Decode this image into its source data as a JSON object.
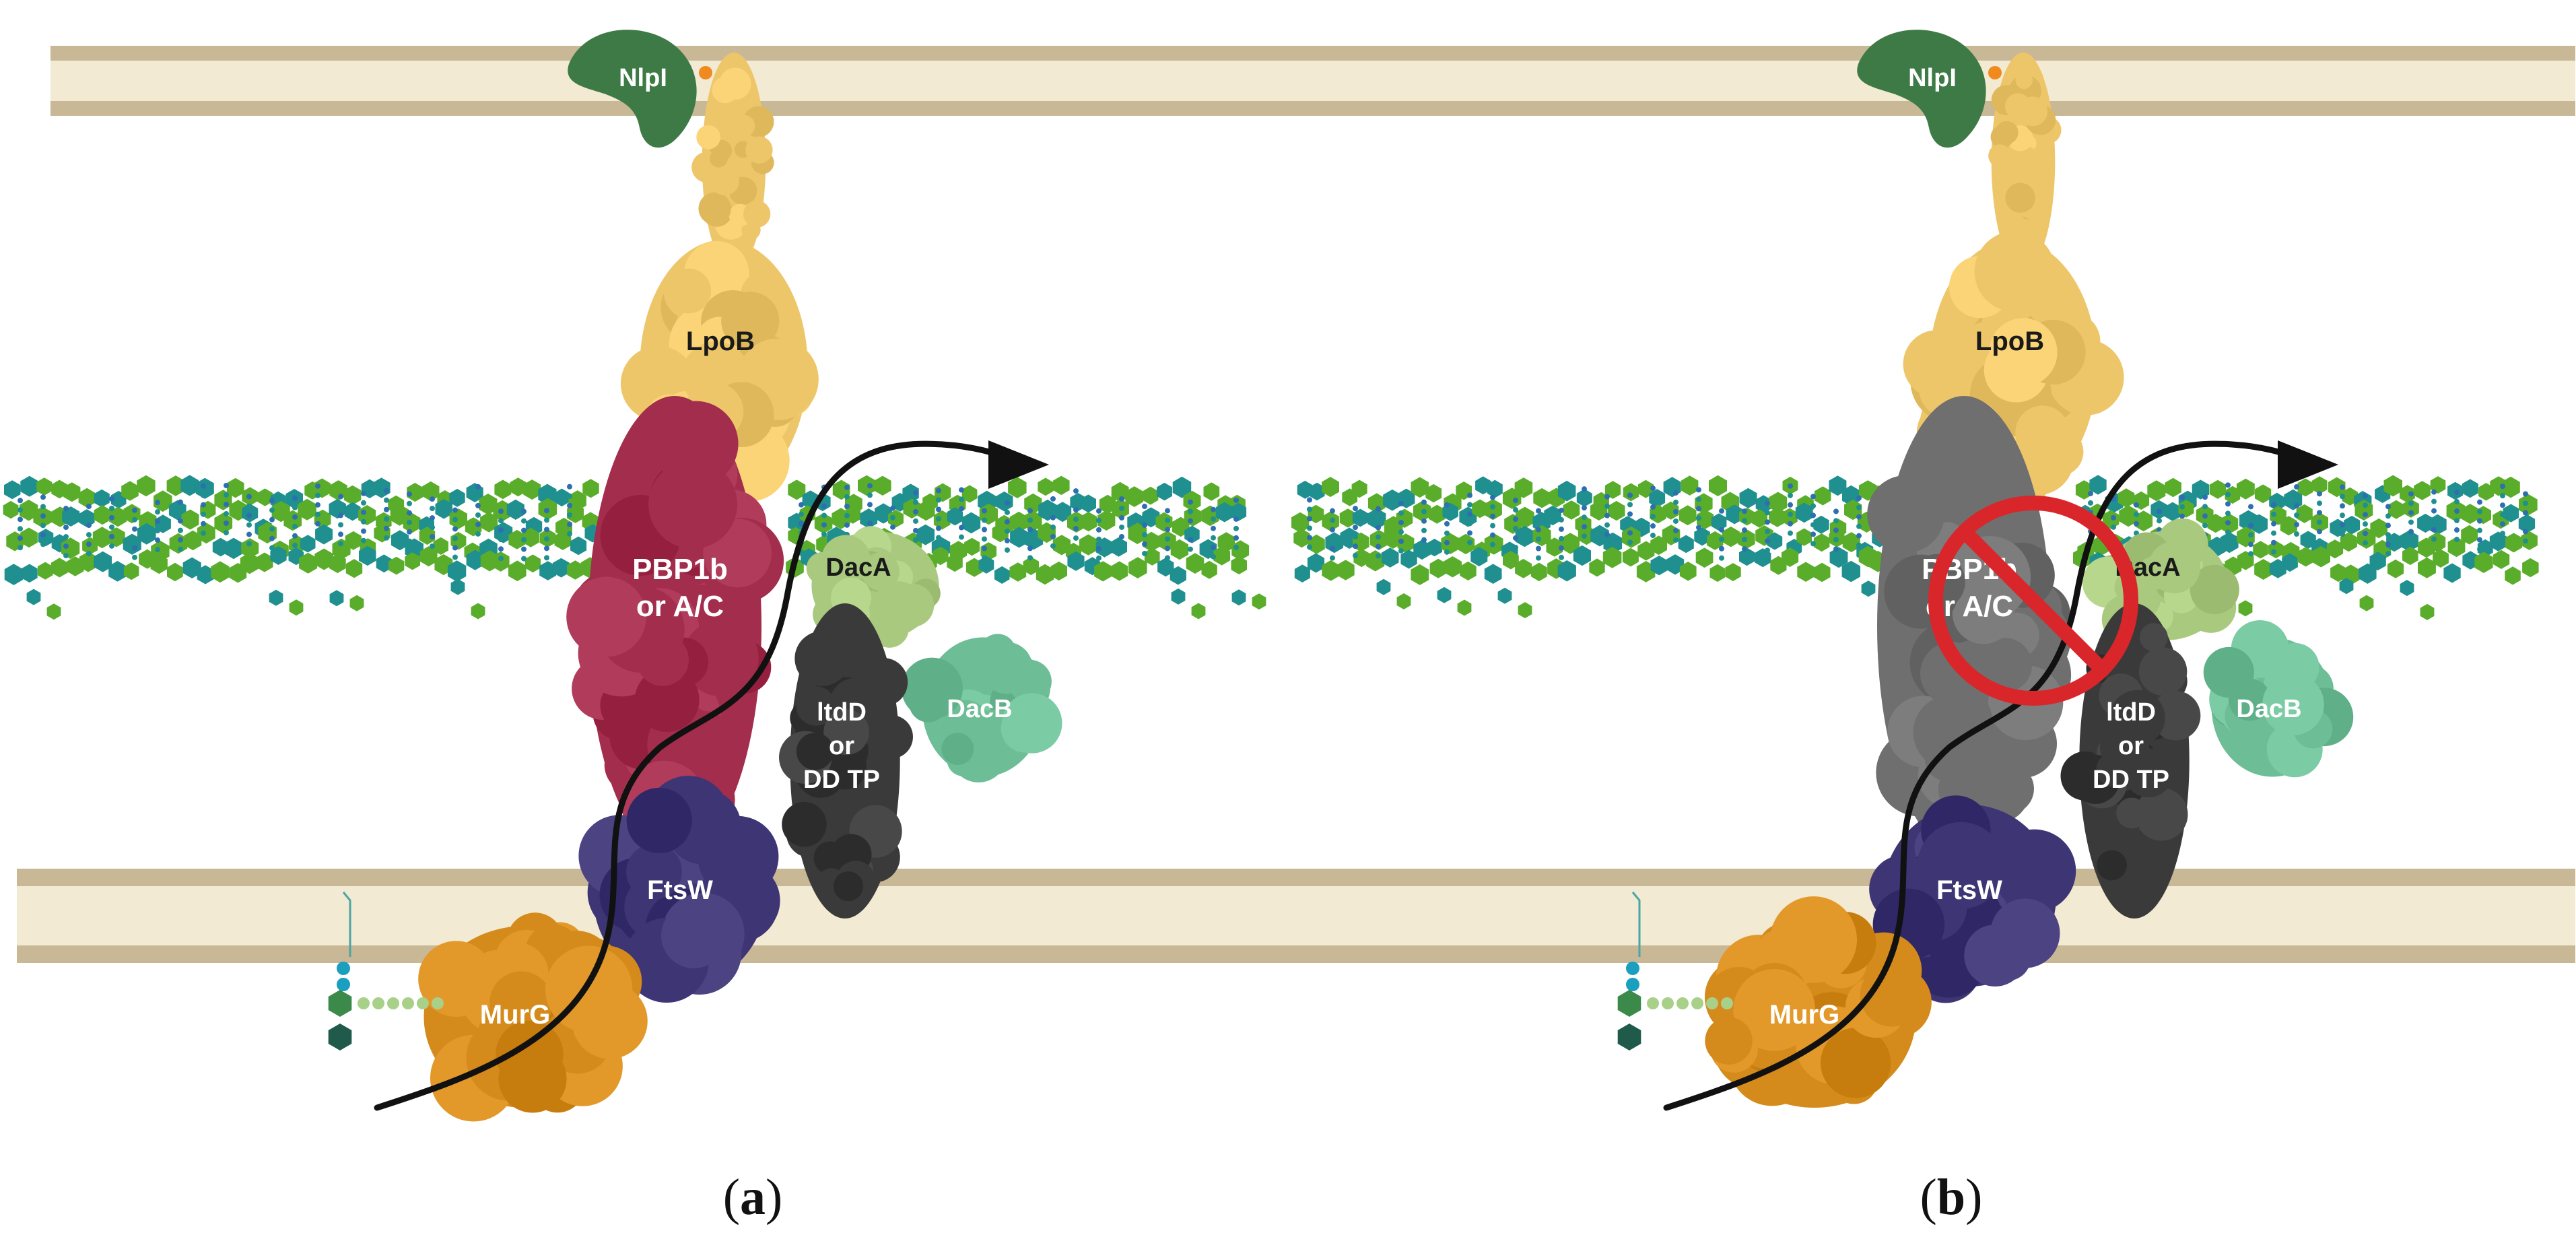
{
  "panels": [
    {
      "id": "a",
      "caption_open": "(",
      "caption_letter": "a",
      "caption_close": ")",
      "inhibited": false,
      "labels": {
        "nlpi": "NlpI",
        "lpob": "LpoB",
        "pbp_line1": "PBP1b",
        "pbp_line2": "or A/C",
        "daca": "DacA",
        "dacb": "DacB",
        "ltdd_line1": "ltdD",
        "ltdd_line2": "or",
        "ltdd_line3": "DD TP",
        "ftsw": "FtsW",
        "murg": "MurG"
      }
    },
    {
      "id": "b",
      "caption_open": "(",
      "caption_letter": "b",
      "caption_close": ")",
      "inhibited": true,
      "labels": {
        "nlpi": "NlpI",
        "lpob": "LpoB",
        "pbp_line1": "PBP1b",
        "pbp_line2": "or A/C",
        "daca": "DacA",
        "dacb": "DacB",
        "ltdd_line1": "ltdD",
        "ltdd_line2": "or",
        "ltdd_line3": "DD TP",
        "ftsw": "FtsW",
        "murg": "MurG"
      }
    }
  ],
  "colors": {
    "membrane_outer": "#c8b896",
    "membrane_inner": "#f2ead2",
    "nlpi": "#3d7a45",
    "lpob": "#eec66a",
    "pbp_active": "#a22d4c",
    "pbp_inhibited": "#6f6f6f",
    "daca": "#a9c97e",
    "dacb": "#6dbd96",
    "ltdd": "#3a3a3a",
    "ftsw": "#3e3574",
    "murg": "#d48b1c",
    "pg_green": "#5aad2a",
    "pg_teal": "#1f8f8f",
    "inhibit_sign": "#d9262b",
    "arrow": "#111111"
  }
}
